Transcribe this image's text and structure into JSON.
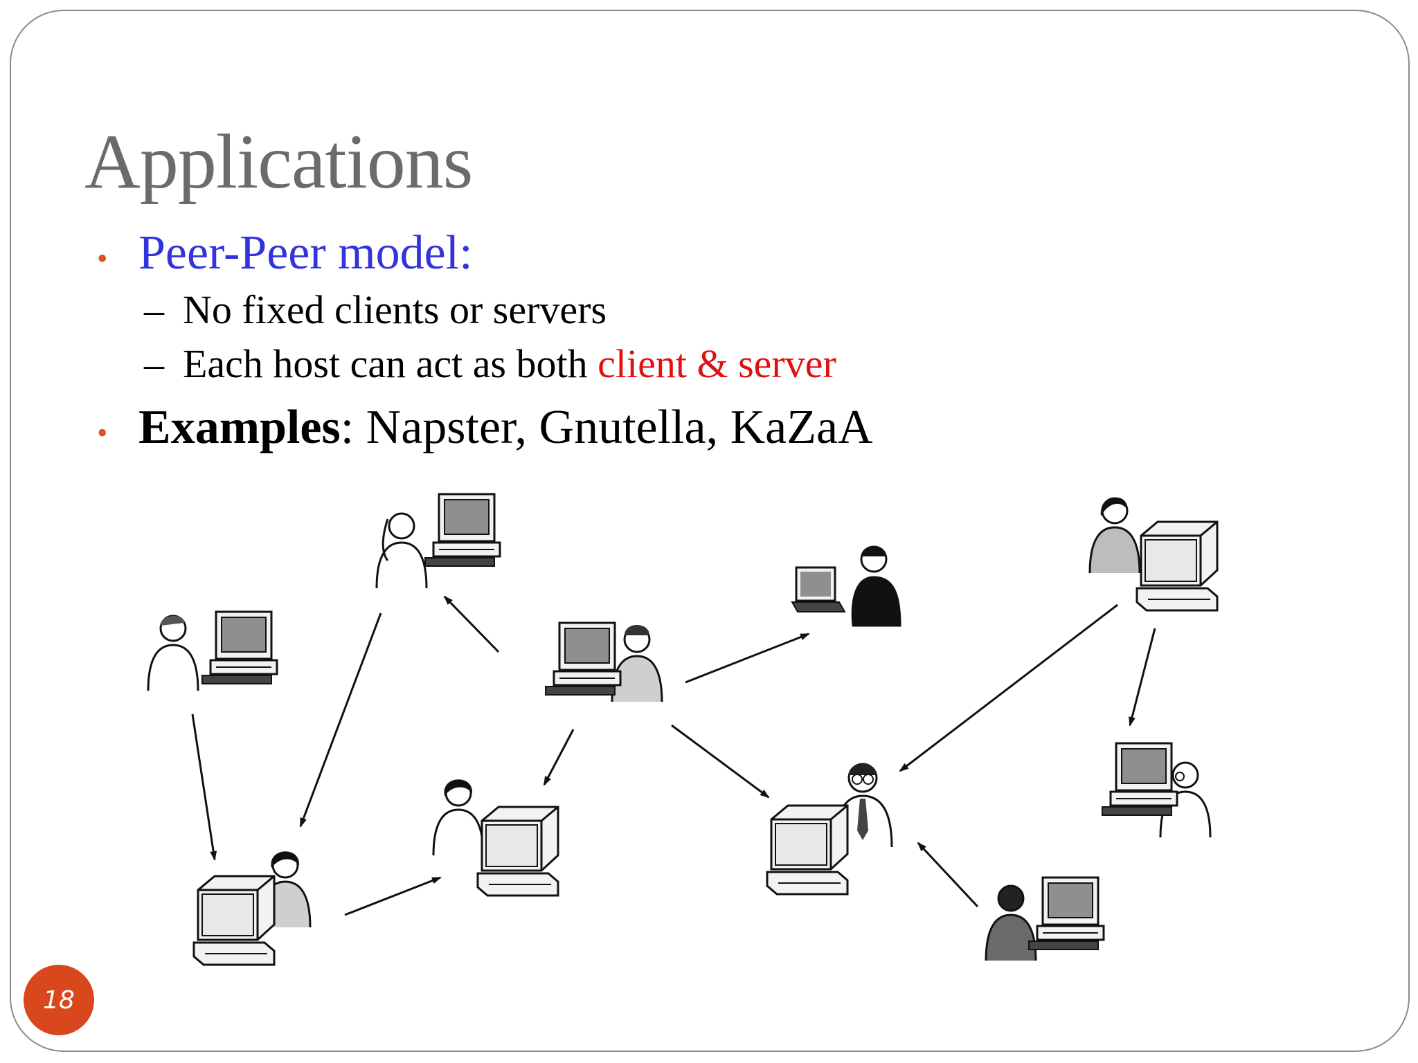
{
  "slide": {
    "title": "Applications",
    "page_number": "18"
  },
  "bullets": [
    {
      "text": "Peer-Peer model:",
      "sub_items": [
        {
          "text": "No fixed clients or servers"
        },
        {
          "text_plain": "Each host can act as both ",
          "text_highlight": "client & server"
        }
      ]
    },
    {
      "label": "Examples",
      "text": ": Napster, Gnutella, KaZaA"
    }
  ],
  "diagram": {
    "nodes": [
      {
        "id": "peer-top-left-woman",
        "icon": "person-desktop-icon"
      },
      {
        "id": "peer-left-man",
        "icon": "person-desktop-icon"
      },
      {
        "id": "peer-center-man",
        "icon": "person-desktop-icon"
      },
      {
        "id": "peer-laptop-man",
        "icon": "person-laptop-icon"
      },
      {
        "id": "peer-top-right-woman",
        "icon": "person-desktop-icon"
      },
      {
        "id": "peer-bottom-left-woman",
        "icon": "person-desktop-icon"
      },
      {
        "id": "peer-middle-woman",
        "icon": "person-desktop-icon"
      },
      {
        "id": "peer-center-right-man",
        "icon": "person-desktop-icon"
      },
      {
        "id": "peer-right-man",
        "icon": "person-desktop-icon"
      },
      {
        "id": "peer-bottom-right-man",
        "icon": "person-desktop-icon"
      }
    ],
    "edges": [
      {
        "from": "peer-center-man",
        "to": "peer-top-left-woman"
      },
      {
        "from": "peer-center-man",
        "to": "peer-laptop-man"
      },
      {
        "from": "peer-center-man",
        "to": "peer-middle-woman"
      },
      {
        "from": "peer-center-man",
        "to": "peer-center-right-man"
      },
      {
        "from": "peer-left-man",
        "to": "peer-bottom-left-woman"
      },
      {
        "from": "peer-top-left-woman",
        "to": "peer-bottom-left-woman"
      },
      {
        "from": "peer-bottom-left-woman",
        "to": "peer-middle-woman"
      },
      {
        "from": "peer-top-right-woman",
        "to": "peer-center-right-man"
      },
      {
        "from": "peer-top-right-woman",
        "to": "peer-right-man"
      },
      {
        "from": "peer-bottom-right-man",
        "to": "peer-center-right-man"
      }
    ]
  },
  "colors": {
    "title": "#6b6b6b",
    "bullet_heading": "#3333dd",
    "highlight": "#e01010",
    "bullet_dot": "#d9541f",
    "badge": "#d9481c"
  }
}
